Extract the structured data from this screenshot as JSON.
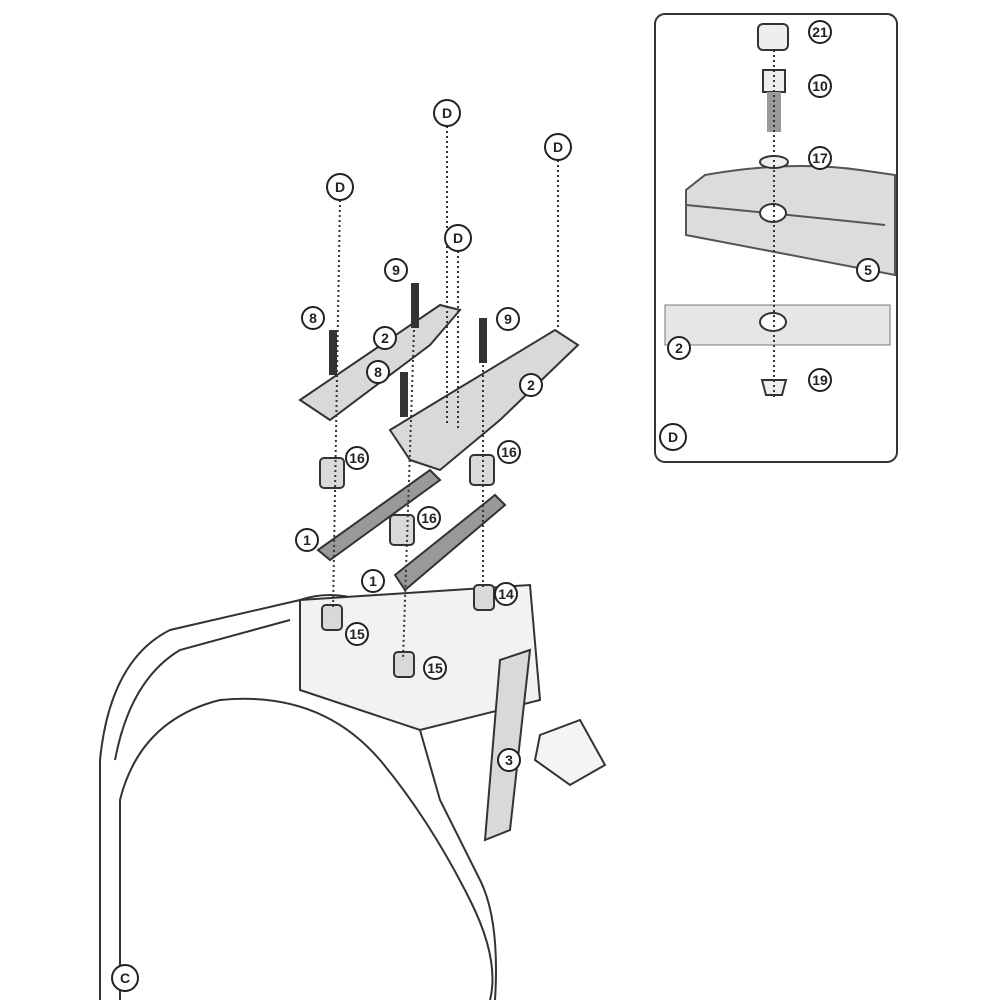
{
  "main": {
    "callouts": {
      "d1": "D",
      "d2": "D",
      "d3": "D",
      "d4": "D",
      "p9a": "9",
      "p9b": "9",
      "p8a": "8",
      "p8b": "8",
      "p2a": "2",
      "p2b": "2",
      "p16a": "16",
      "p16b": "16",
      "p16c": "16",
      "p1a": "1",
      "p1b": "1",
      "p14": "14",
      "p15a": "15",
      "p15b": "15",
      "p3": "3",
      "c": "C"
    }
  },
  "inset": {
    "callouts": {
      "p21": "21",
      "p10": "10",
      "p17": "17",
      "p5": "5",
      "p2": "2",
      "p19": "19",
      "d": "D"
    }
  }
}
